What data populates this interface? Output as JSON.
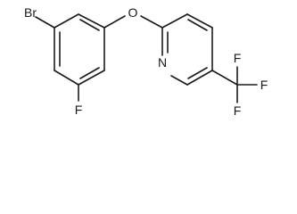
{
  "molecule": {
    "atoms": {
      "bromine": "Br",
      "ether_oxygen": "O",
      "fluorine": "F",
      "pyridine_nitrogen": "N",
      "cf3_fluorine_top": "F",
      "cf3_fluorine_right": "F",
      "cf3_fluorine_bottom": "F"
    },
    "colors": {
      "bond": "#1a1a1a",
      "label": "#1a1a1a",
      "background": "#ffffff"
    }
  }
}
